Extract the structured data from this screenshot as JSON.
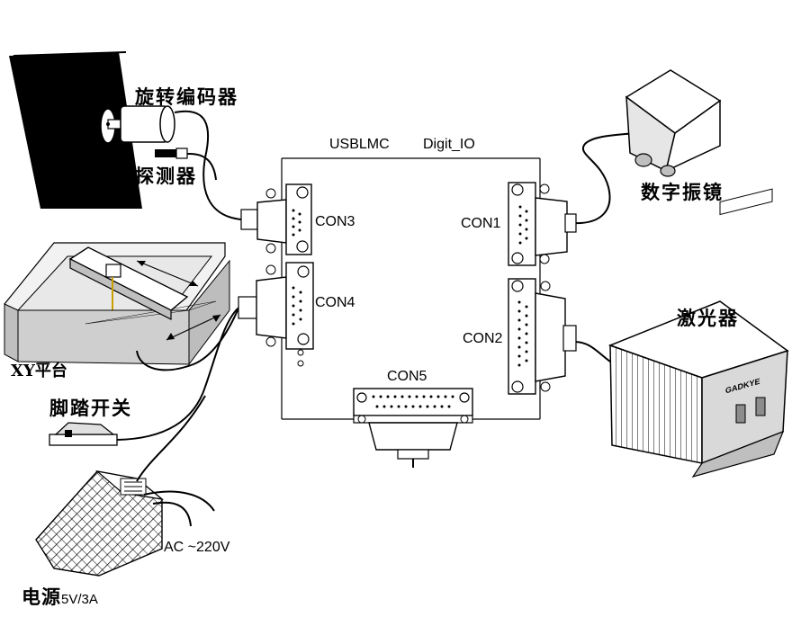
{
  "board": {
    "title_left": "USBLMC",
    "title_right": "Digit_IO",
    "connectors": {
      "con1": "CON1",
      "con2": "CON2",
      "con3": "CON3",
      "con4": "CON4",
      "con5": "CON5"
    }
  },
  "devices": {
    "encoder": "旋转编码器",
    "probe": "探测器",
    "xy_platform": "XY平台",
    "foot_switch": "脚踏开关",
    "power_supply_cn": "电源",
    "power_supply_rating": "5V/3A",
    "ac_input": "AC ~220V",
    "galvo": "数字振镜",
    "laser": "激光器",
    "laser_brand_mark": "GADKYE"
  },
  "colors": {
    "line": "#000000",
    "background": "#ffffff",
    "fill_gray": "#d9d9d9",
    "fill_dark": "#8c8c8c"
  }
}
